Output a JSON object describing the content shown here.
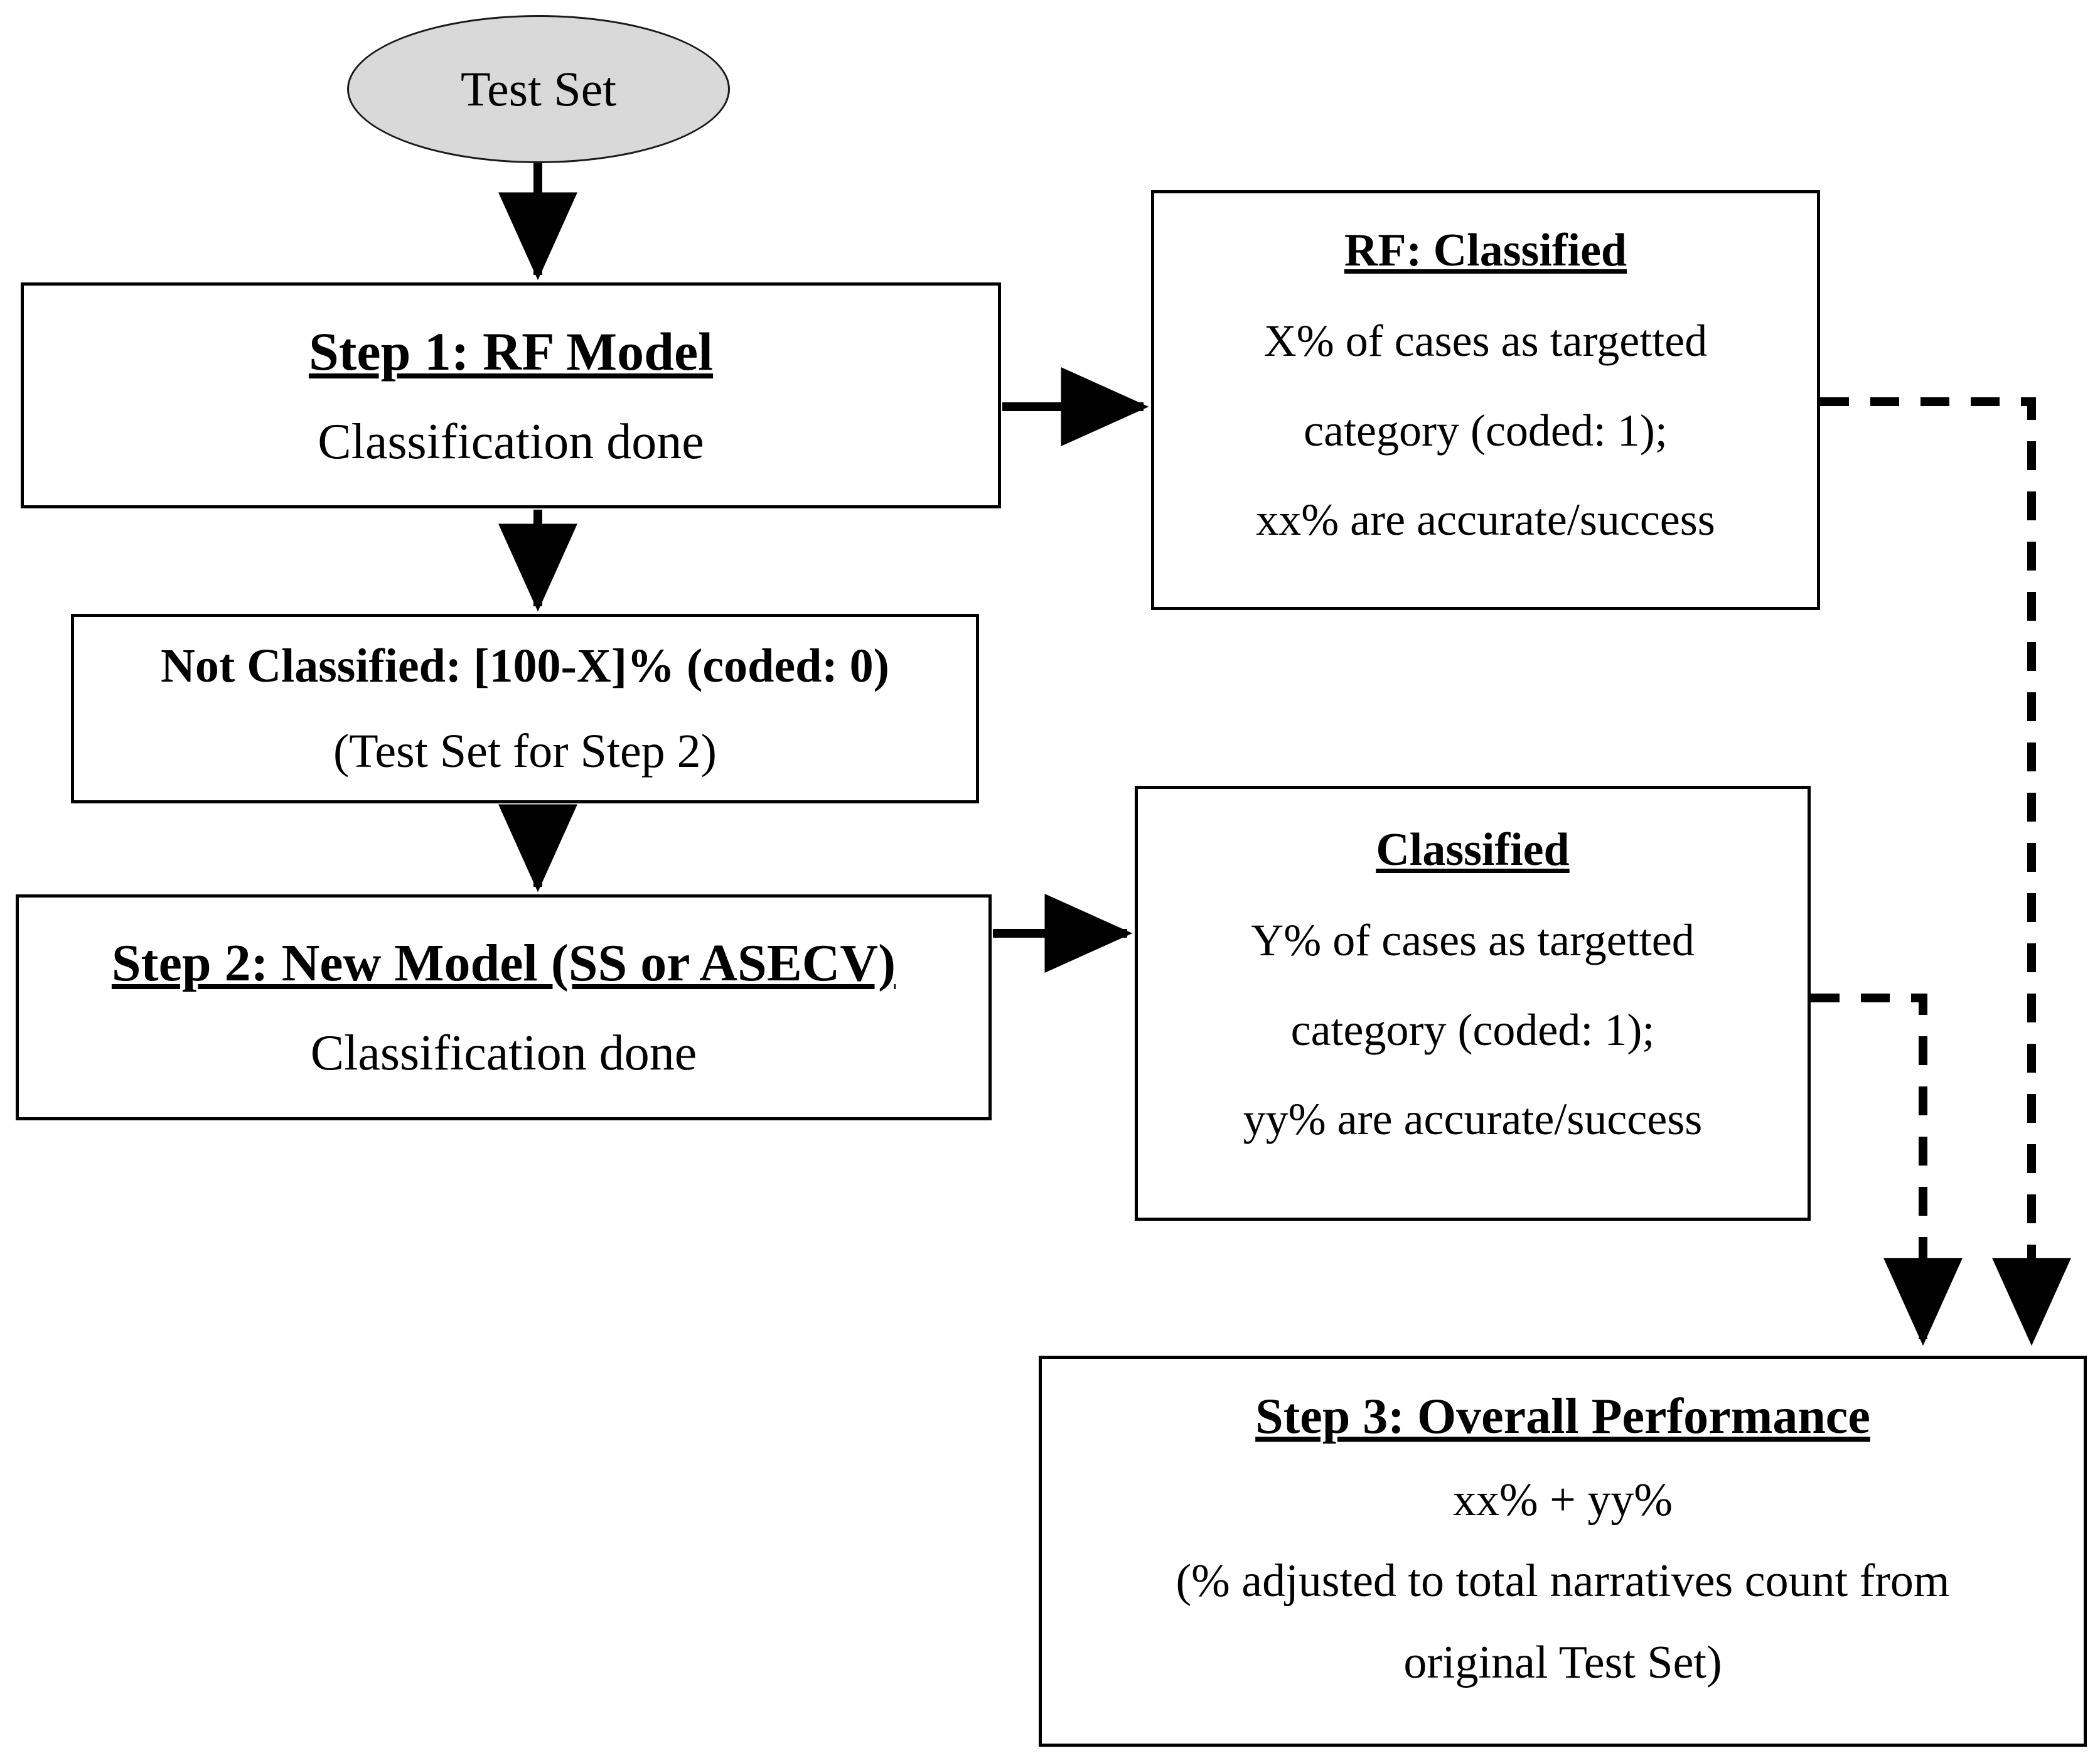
{
  "diagram": {
    "title": "Two-step classification workflow",
    "background_color": "#ffffff",
    "line_color": "#000000",
    "ellipse_fill": "#d9d9d9"
  },
  "nodes": {
    "test_set": {
      "label": "Test Set",
      "shape": "ellipse"
    },
    "step1": {
      "heading": "Step 1: RF Model",
      "line2": "Classification done"
    },
    "not_classified": {
      "heading": "Not Classified: [100-X]% (coded: 0)",
      "line2": "(Test Set for Step 2)"
    },
    "step2": {
      "heading": "Step 2: New Model (SS or ASECV)",
      "line2": "Classification done"
    },
    "rf_classified": {
      "heading": "RF: Classified",
      "line2": "X% of cases as targetted",
      "line3": "category (coded: 1);",
      "line4": "xx% are accurate/success"
    },
    "classified": {
      "heading": "Classified",
      "line2": "Y% of cases as targetted",
      "line3": "category (coded: 1);",
      "line4": "yy% are accurate/success"
    },
    "step3": {
      "heading": "Step 3: Overall Performance ",
      "line2": "xx% + yy%",
      "line3": "(% adjusted to total narratives count from",
      "line4": "original Test Set)"
    }
  },
  "connectors": [
    {
      "name": "test-set-to-step1",
      "from": "test_set",
      "to": "step1",
      "style": "solid",
      "direction": "down"
    },
    {
      "name": "step1-to-rf-classified",
      "from": "step1",
      "to": "rf_classified",
      "style": "solid",
      "direction": "right"
    },
    {
      "name": "step1-to-not-classified",
      "from": "step1",
      "to": "not_classified",
      "style": "solid",
      "direction": "down"
    },
    {
      "name": "not-classified-to-step2",
      "from": "not_classified",
      "to": "step2",
      "style": "solid",
      "direction": "down"
    },
    {
      "name": "step2-to-classified",
      "from": "step2",
      "to": "classified",
      "style": "solid",
      "direction": "right"
    },
    {
      "name": "rf-classified-to-step3",
      "from": "rf_classified",
      "to": "step3",
      "style": "dashed",
      "direction": "right-then-down"
    },
    {
      "name": "classified-to-step3",
      "from": "classified",
      "to": "step3",
      "style": "dashed",
      "direction": "right-then-down"
    }
  ]
}
